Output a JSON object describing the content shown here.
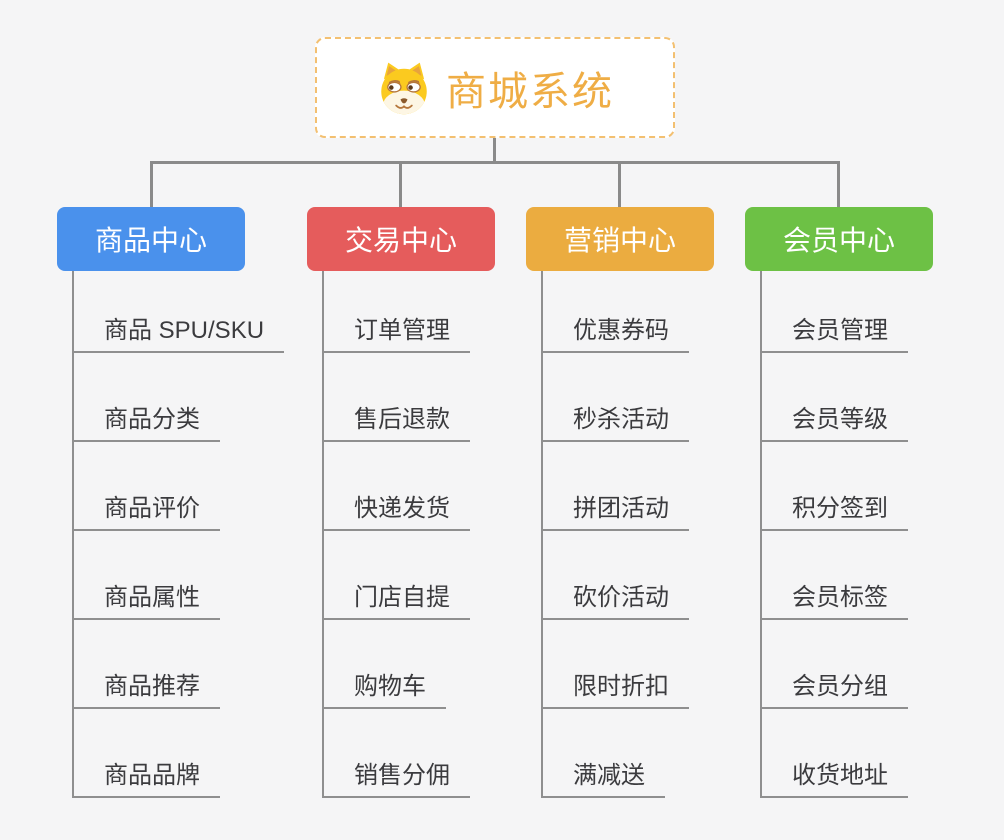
{
  "root": {
    "title": "商城系统",
    "icon": "doge-face-icon",
    "accent_color": "#efad45",
    "border_color": "#f3c071"
  },
  "connector_color": "#8a8a8a",
  "background_color": "#f5f5f6",
  "branches": [
    {
      "label": "商品中心",
      "color": "#4a91ec",
      "items": [
        "商品 SPU/SKU",
        "商品分类",
        "商品评价",
        "商品属性",
        "商品推荐",
        "商品品牌"
      ]
    },
    {
      "label": "交易中心",
      "color": "#e55c5c",
      "items": [
        "订单管理",
        "售后退款",
        "快递发货",
        "门店自提",
        "购物车",
        "销售分佣"
      ]
    },
    {
      "label": "营销中心",
      "color": "#ebac40",
      "items": [
        "优惠券码",
        "秒杀活动",
        "拼团活动",
        "砍价活动",
        "限时折扣",
        "满减送"
      ]
    },
    {
      "label": "会员中心",
      "color": "#6dc145",
      "items": [
        "会员管理",
        "会员等级",
        "积分签到",
        "会员标签",
        "会员分组",
        "收货地址"
      ]
    }
  ]
}
